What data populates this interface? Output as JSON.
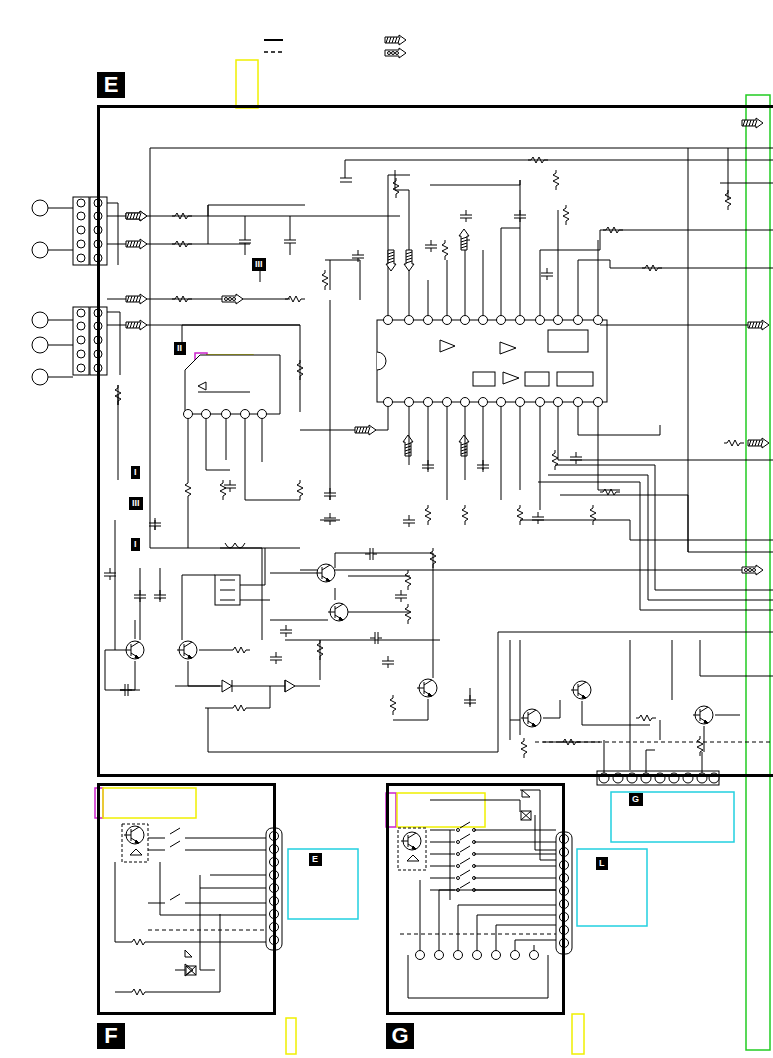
{
  "diagram": {
    "nodes": [
      {
        "text": [
          "E"
        ]
      },
      {
        "text": [
          "F"
        ]
      },
      {
        "text": [
          "G"
        ]
      },
      {
        "text": [
          "III"
        ],
        "in": 0
      },
      {
        "text": [
          "II"
        ],
        "in": 0
      },
      {
        "text": [
          "I"
        ],
        "in": 0
      },
      {
        "text": [
          "III"
        ],
        "in": 0
      },
      {
        "text": [
          "I"
        ],
        "in": 0
      },
      {
        "text": [
          "G"
        ]
      },
      {
        "text": [
          "E"
        ],
        "in": 1
      },
      {
        "text": [
          "L"
        ],
        "in": 2
      }
    ]
  }
}
